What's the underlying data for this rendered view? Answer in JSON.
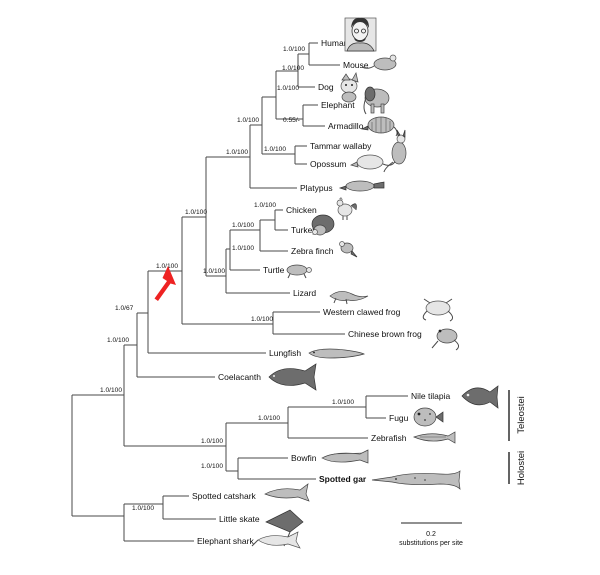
{
  "taxa": {
    "human": "Human",
    "mouse": "Mouse",
    "dog": "Dog",
    "elephant": "Elephant",
    "armadillo": "Armadillo",
    "tammar_wallaby": "Tammar wallaby",
    "opossum": "Opossum",
    "platypus": "Platypus",
    "chicken": "Chicken",
    "turkey": "Turkey",
    "zebra_finch": "Zebra finch",
    "turtle": "Turtle",
    "lizard": "Lizard",
    "western_clawed_frog": "Western clawed frog",
    "chinese_brown_frog": "Chinese brown frog",
    "lungfish": "Lungfish",
    "coelacanth": "Coelacanth",
    "nile_tilapia": "Nile tilapia",
    "fugu": "Fugu",
    "zebrafish": "Zebrafish",
    "bowfin": "Bowfin",
    "spotted_gar": "Spotted gar",
    "spotted_catshark": "Spotted catshark",
    "little_skate": "Little skate",
    "elephant_shark": "Elephant shark"
  },
  "support": {
    "human_mouse": "1.0/100",
    "euarchontoglires_dog": "1.0/100",
    "boreoeutheria": "1.0/100",
    "elephant_armadillo": "0.55/-",
    "eutheria": "1.0/100",
    "theria": "1.0/100",
    "mammalia": "1.0/100",
    "amniota": "1.0/100",
    "chicken_turkey": "1.0/100",
    "galloanserae_finch": "1.0/100",
    "birds_turtle": "1.0/100",
    "sauropsida": "1.0/100",
    "tetrapoda": "1.0/100",
    "frogs": "1.0/100",
    "tetrapod_lungfish": "1.0/67",
    "sarcopterygii": "1.0/100",
    "osteichthyes": "1.0/100",
    "tilapia_fugu": "1.0/100",
    "teleost_inner": "1.0/100",
    "actinopterygii": "1.0/100",
    "holostei": "1.0/100",
    "catshark_skate": "1.0/100"
  },
  "groups": {
    "teleostei": "Teleostei",
    "holostei": "Holostei"
  },
  "scale": {
    "value": "0.2",
    "label": "substitutions per site"
  },
  "colors": {
    "arrow": "#ee2222",
    "branch": "#4a4a4a"
  },
  "icons": {
    "highlight": "red-arrow-icon",
    "silhouettes": "animal-silhouette-icons"
  }
}
